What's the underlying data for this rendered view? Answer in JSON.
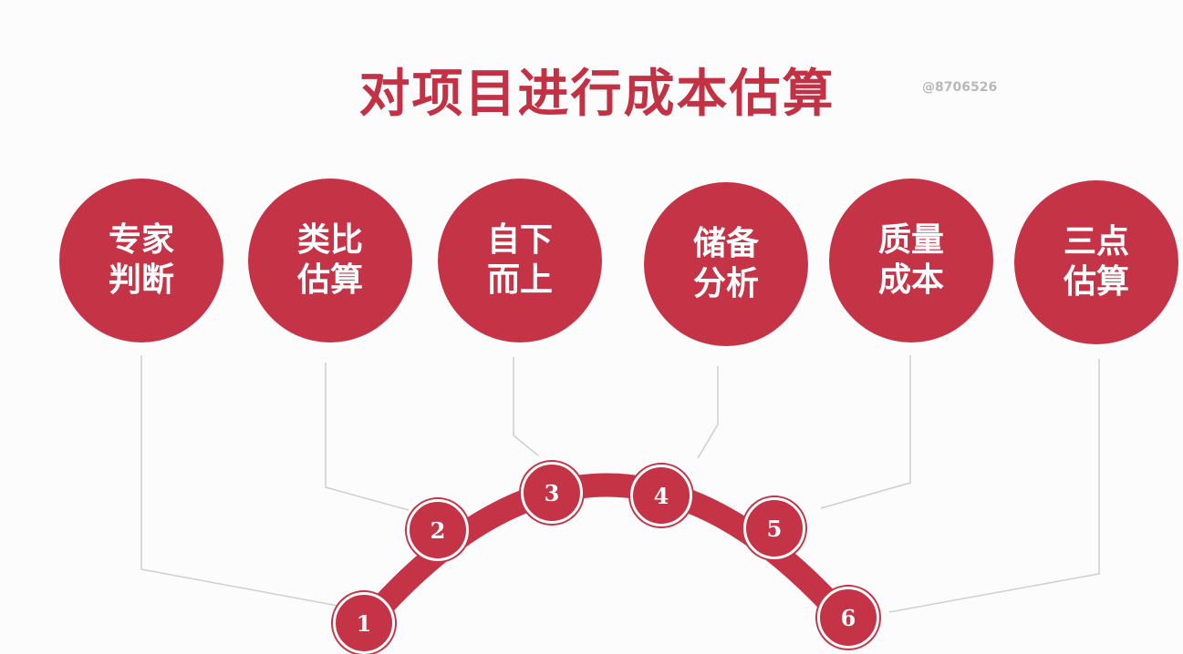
{
  "title": "对项目进行成本估算",
  "watermark": "@8706526",
  "methods": [
    {
      "label": "专家判断",
      "number": "1"
    },
    {
      "label": "类比估算",
      "number": "2"
    },
    {
      "label": "自下而上",
      "number": "3"
    },
    {
      "label": "储备分析",
      "number": "4"
    },
    {
      "label": "质量成本",
      "number": "5"
    },
    {
      "label": "三点估算",
      "number": "6"
    }
  ],
  "colors": {
    "accent": "#c43446",
    "connector": "#cfcfcf"
  }
}
